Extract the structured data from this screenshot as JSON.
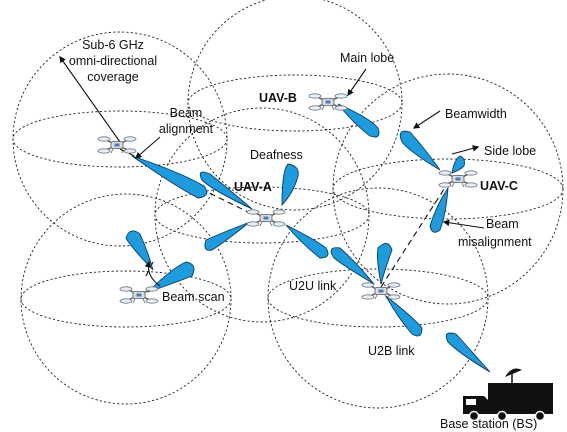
{
  "labels": {
    "sub6_line1": "Sub-6 GHz",
    "sub6_line2": "omni-directional",
    "sub6_line3": "coverage",
    "beam_alignment_line1": "Beam",
    "beam_alignment_line2": "alignment",
    "deafness": "Deafness",
    "main_lobe": "Main lobe",
    "beamwidth": "Beamwidth",
    "side_lobe": "Side lobe",
    "beam_misalignment_line1": "Beam",
    "beam_misalignment_line2": "misalignment",
    "beam_scan": "Beam scan",
    "u2u_link": "U2U link",
    "u2b_link": "U2B link",
    "base_station": "Base station (BS)"
  },
  "uavs": {
    "a": "UAV-A",
    "b": "UAV-B",
    "c": "UAV-C"
  },
  "colors": {
    "beam": "#1e9bdc",
    "beam_stroke": "#0b3d63",
    "line": "#111111"
  },
  "icons": {
    "drone": "quadcopter-icon",
    "truck": "truck-icon",
    "dish": "satellite-dish-icon"
  }
}
